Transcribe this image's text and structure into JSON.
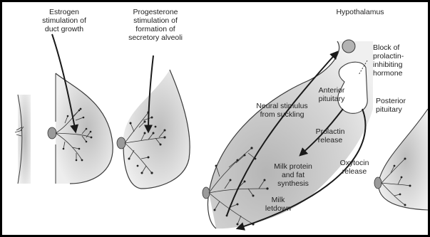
{
  "labels": {
    "estrogen": "Estrogen\nstimulation of\nduct growth",
    "progesterone": "Progesterone\nstimulation of\nformation of\nsecretory alveoli",
    "hypothalamus": "Hypothalamus",
    "block": "Block of\nprolactin-\ninhibiting\nhormone",
    "anterior_pituitary": "Anterior\npituitary",
    "posterior_pituitary": "Posterior\npituitary",
    "neural_stimulus": "Neural stimulus\nfrom suckling",
    "prolactin_release": "Prolactin\nrelease",
    "oxytocin_release": "Oxytocin\nrelease",
    "milk_protein": "Milk protein\nand fat\nsynthesis",
    "milk_letdown": "Milk\nletdown"
  },
  "colors": {
    "tissue": "#cfcfcf",
    "tissue_light": "#e6e6e6",
    "outline": "#3a3a3a",
    "arrow": "#1a1a1a"
  }
}
